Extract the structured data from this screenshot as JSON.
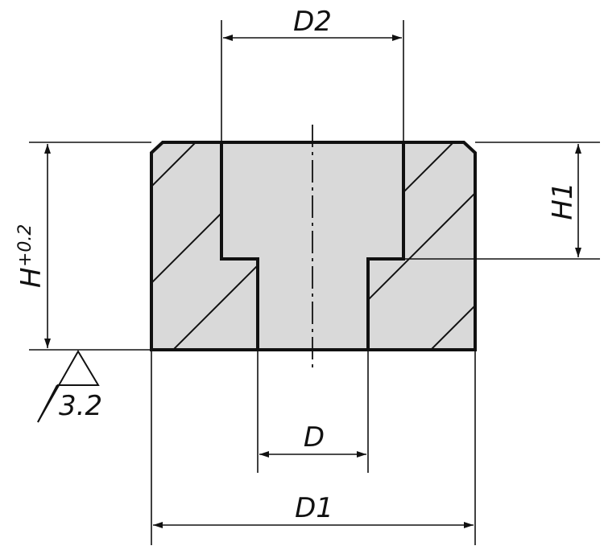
{
  "colors": {
    "section_fill": "#d9d9d9",
    "outline": "#111111",
    "background": "#ffffff"
  },
  "labels": {
    "d2": "D2",
    "d": "D",
    "d1": "D1",
    "h1": "H1",
    "h": "H",
    "h_tolerance": "+0.2",
    "roughness": "3.2"
  }
}
